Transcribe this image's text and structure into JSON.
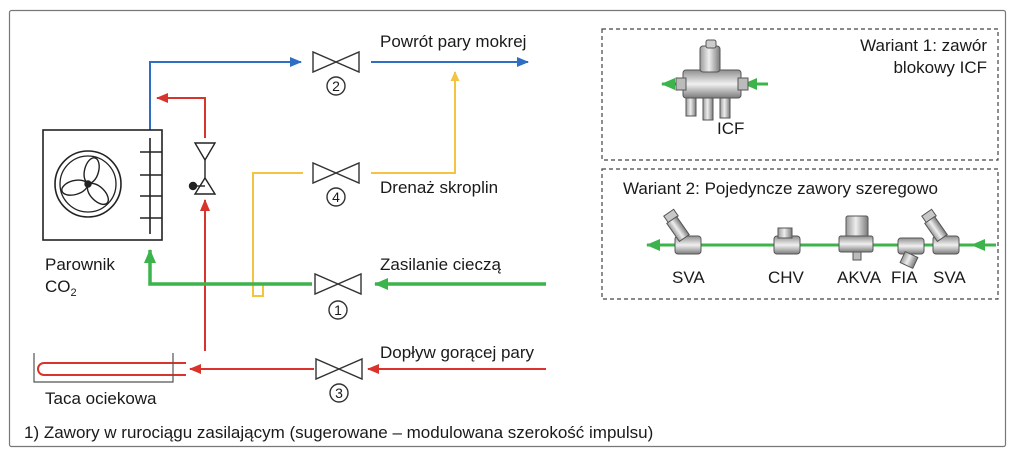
{
  "colors": {
    "frame": "#777777",
    "blue": "#2e6fc4",
    "red": "#d9342b",
    "green": "#3cb44b",
    "yellow": "#f5c342",
    "valve_stroke": "#333333"
  },
  "labels": {
    "wet_return": "Powrót pary mokrej",
    "drain": "Drenaż skroplin",
    "liquid_feed": "Zasilanie cieczą",
    "hot_gas": "Dopływ gorącej pary",
    "evaporator": "Parownik",
    "evaporator_co": "CO",
    "evaporator_sub": "2",
    "drip_tray": "Taca ociekowa",
    "footnote": "1) Zawory w rurociągu zasilającym (sugerowane – modulowana szerokość impulsu)"
  },
  "valves": [
    {
      "num": "2"
    },
    {
      "num": "4"
    },
    {
      "num": "1"
    },
    {
      "num": "3"
    }
  ],
  "variant1": {
    "title_line1": "Wariant 1: zawór",
    "title_line2": "blokowy ICF",
    "component": "ICF"
  },
  "variant2": {
    "title": "Wariant 2: Pojedyncze zawory szeregowo",
    "components": [
      "SVA",
      "CHV",
      "AKVA",
      "FIA",
      "SVA"
    ]
  }
}
